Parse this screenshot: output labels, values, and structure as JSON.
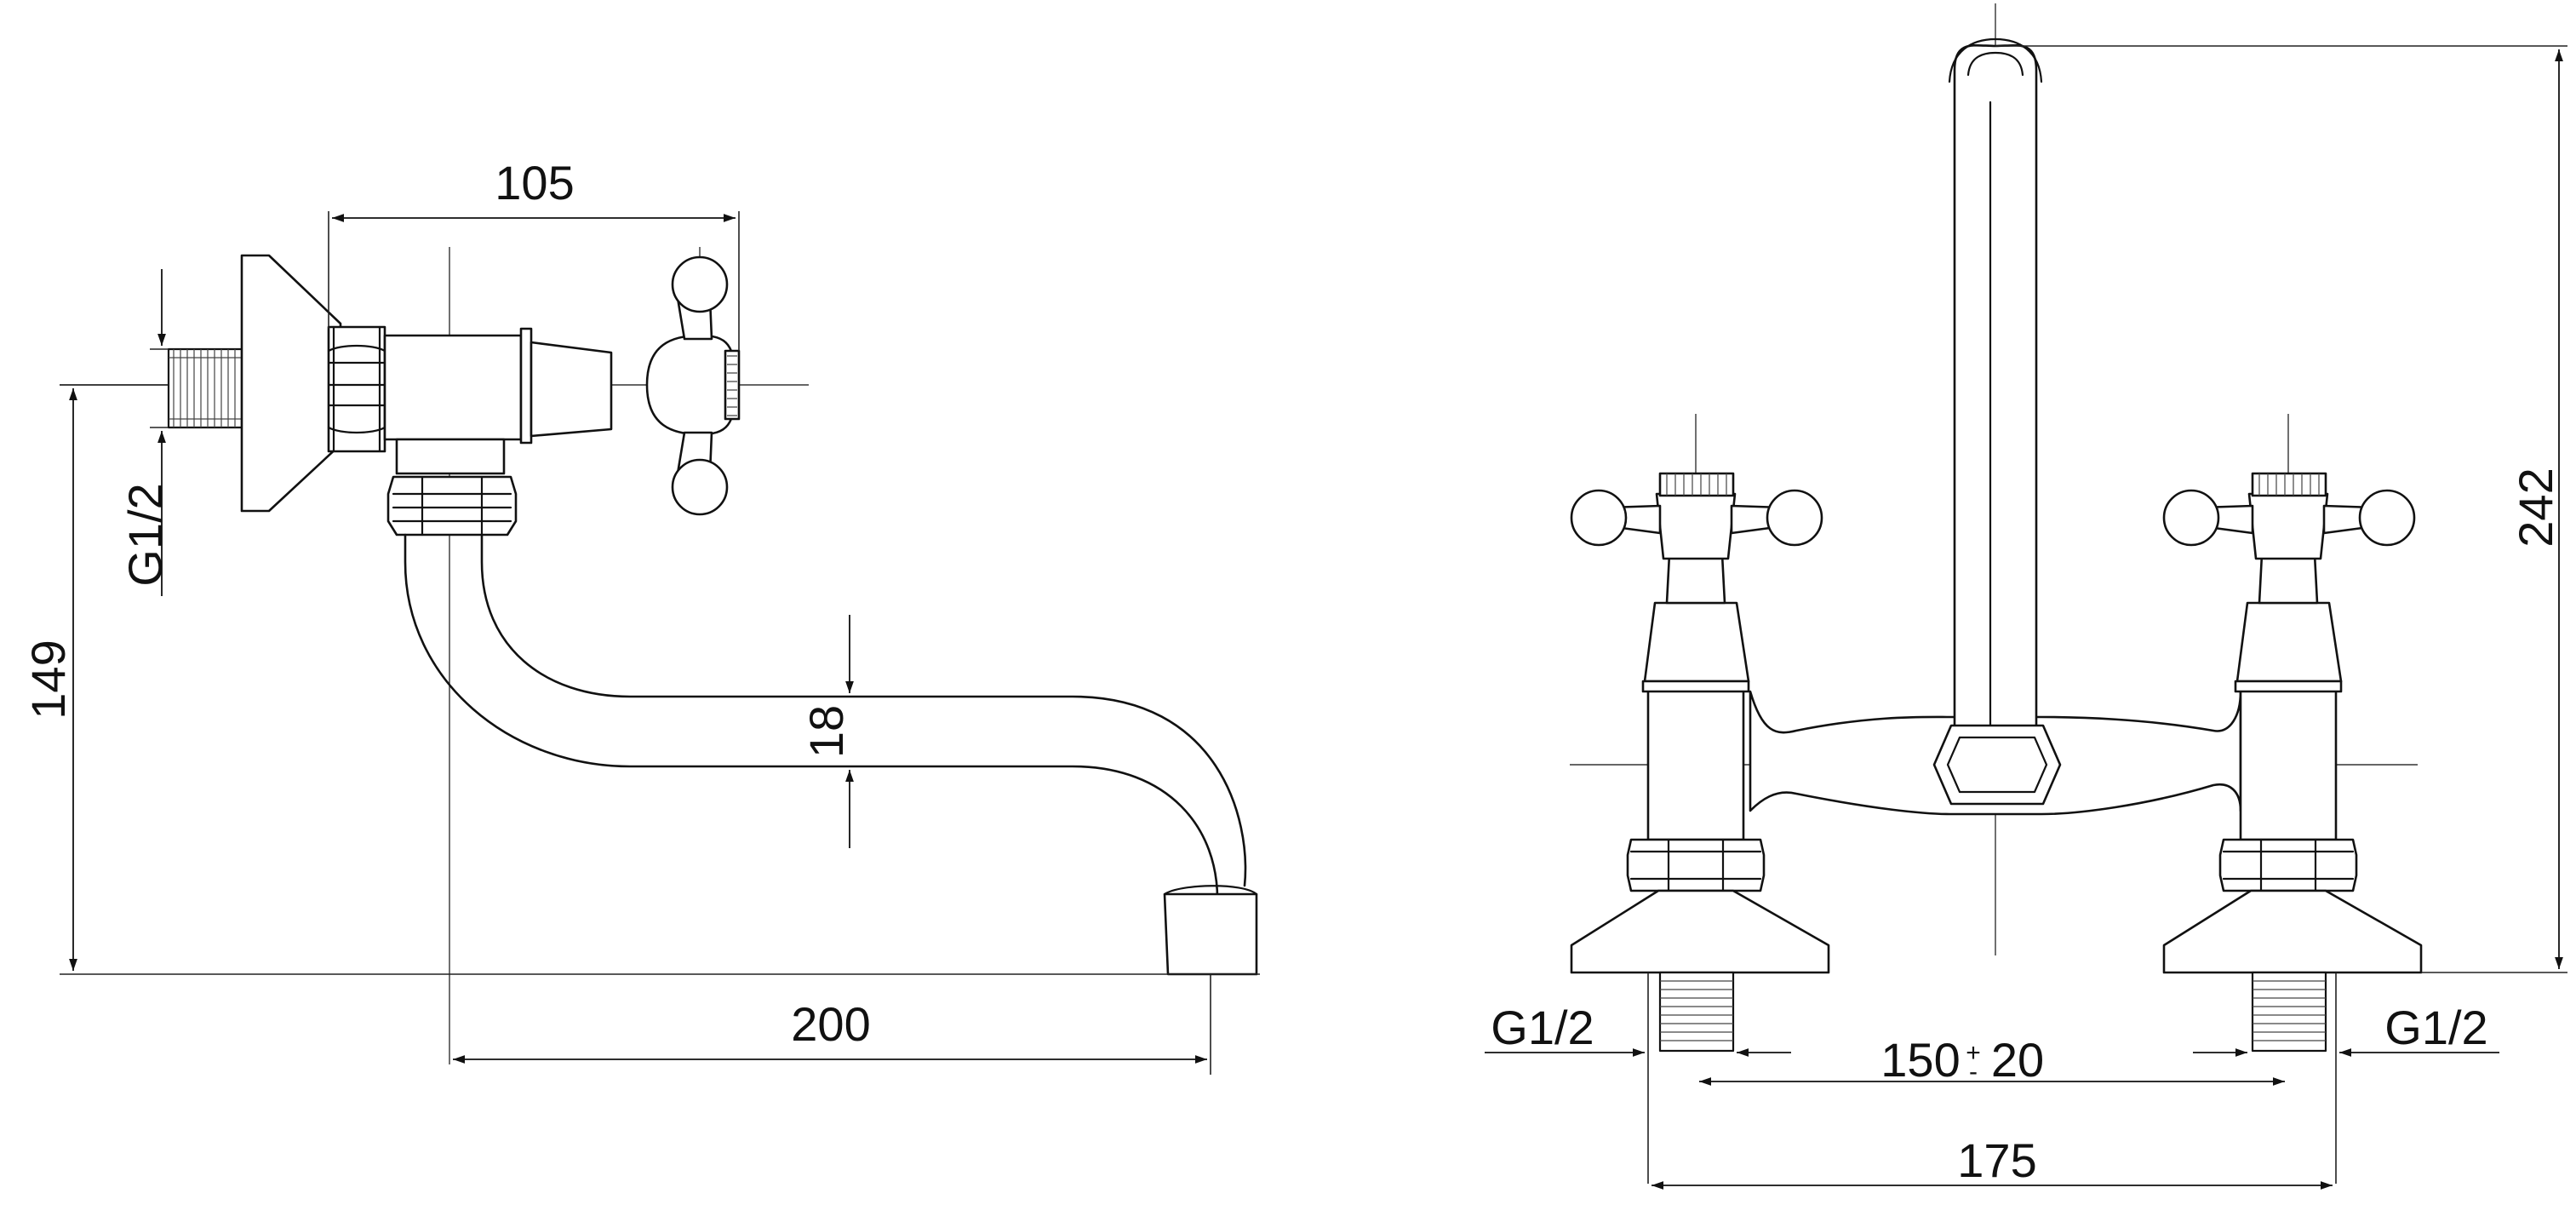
{
  "colors": {
    "line": "#111111",
    "background": "#ffffff"
  },
  "side_view": {
    "dim_width": "105",
    "dim_height": "149",
    "dim_thread": "G1/2",
    "dim_pipe": "18",
    "dim_reach": "200"
  },
  "front_view": {
    "dim_height": "242",
    "dim_thread_left": "G1/2",
    "dim_thread_right": "G1/2",
    "dim_centers_value": "150",
    "dim_centers_tol_sign": "+",
    "dim_centers_tol_sign2": "-",
    "dim_centers_tol": "20",
    "dim_overall": "175"
  }
}
